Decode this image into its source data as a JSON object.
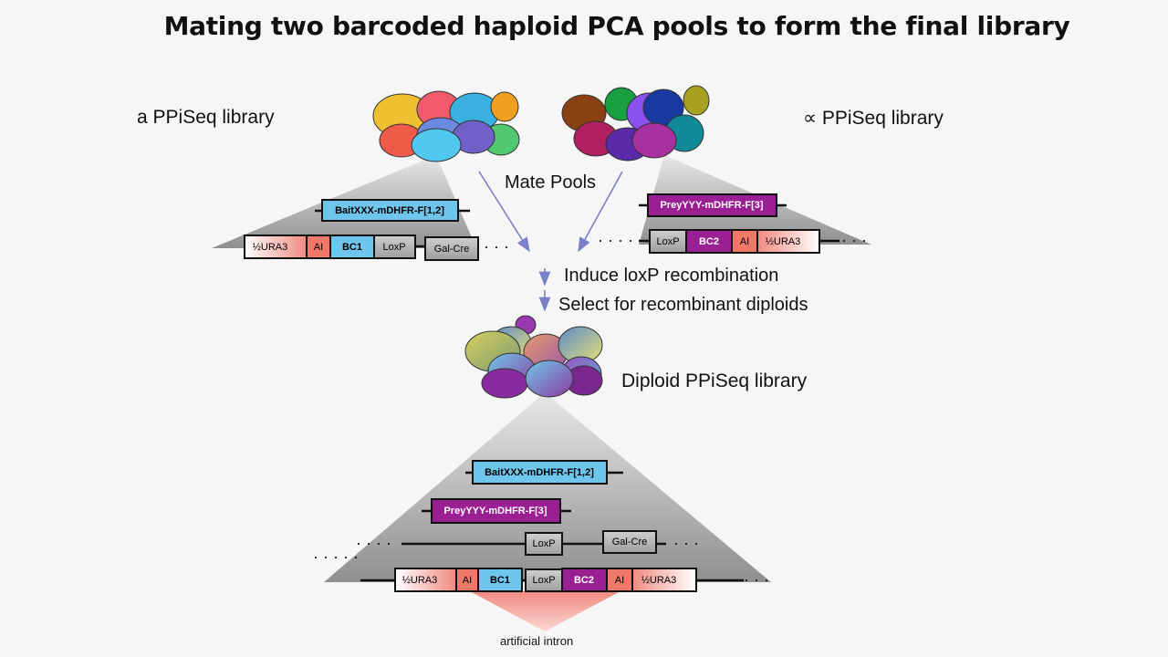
{
  "title": "Mating two barcoded haploid PCA pools to form the final library",
  "labels": {
    "a_library": "a PPiSeq library",
    "alpha_library": "∝ PPiSeq library",
    "mate_pools": "Mate Pools",
    "induce": "Induce loxP recombination",
    "select": "Select for recombinant diploids",
    "diploid": "Diploid PPiSeq library",
    "intron": "artificial intron"
  },
  "constructs": {
    "bait": "BaitXXX-mDHFR-F[1,2]",
    "prey": "PreyYYY-mDHFR-F[3]",
    "ura3": "½URA3",
    "ai": "AI",
    "bc1": "BC1",
    "bc2": "BC2",
    "loxp": "LoxP",
    "galcre": "Gal-Cre"
  },
  "colors": {
    "bait": "#6ec6ec",
    "prey": "#9a1f93",
    "ura3": "#f08a80",
    "ai": "#f07868",
    "grey": "#aaaaaa",
    "arrow": "#7b80c8"
  }
}
